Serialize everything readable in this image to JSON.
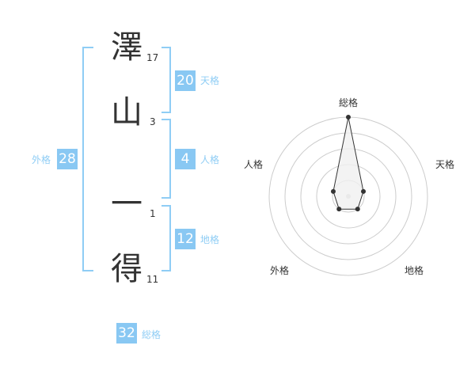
{
  "name_characters": [
    {
      "char": "澤",
      "strokes": "17"
    },
    {
      "char": "山",
      "strokes": "3"
    },
    {
      "char": "一",
      "strokes": "1"
    },
    {
      "char": "得",
      "strokes": "11"
    }
  ],
  "fortunes": {
    "tenkaku": {
      "value": "20",
      "label": "天格"
    },
    "jinkaku": {
      "value": "4",
      "label": "人格"
    },
    "chikaku": {
      "value": "12",
      "label": "地格"
    },
    "gaikaku": {
      "value": "28",
      "label": "外格"
    },
    "soukaku": {
      "value": "32",
      "label": "総格"
    }
  },
  "chart_data": {
    "type": "radar",
    "axes": [
      "総格",
      "天格",
      "地格",
      "外格",
      "人格"
    ],
    "values": [
      5,
      1,
      1,
      1,
      1
    ],
    "range": [
      0,
      5
    ],
    "grid": "circles",
    "colors": {
      "grid": "#cccccc",
      "line": "#333333",
      "fill": "#f0f0f0",
      "point": "#333333"
    }
  }
}
